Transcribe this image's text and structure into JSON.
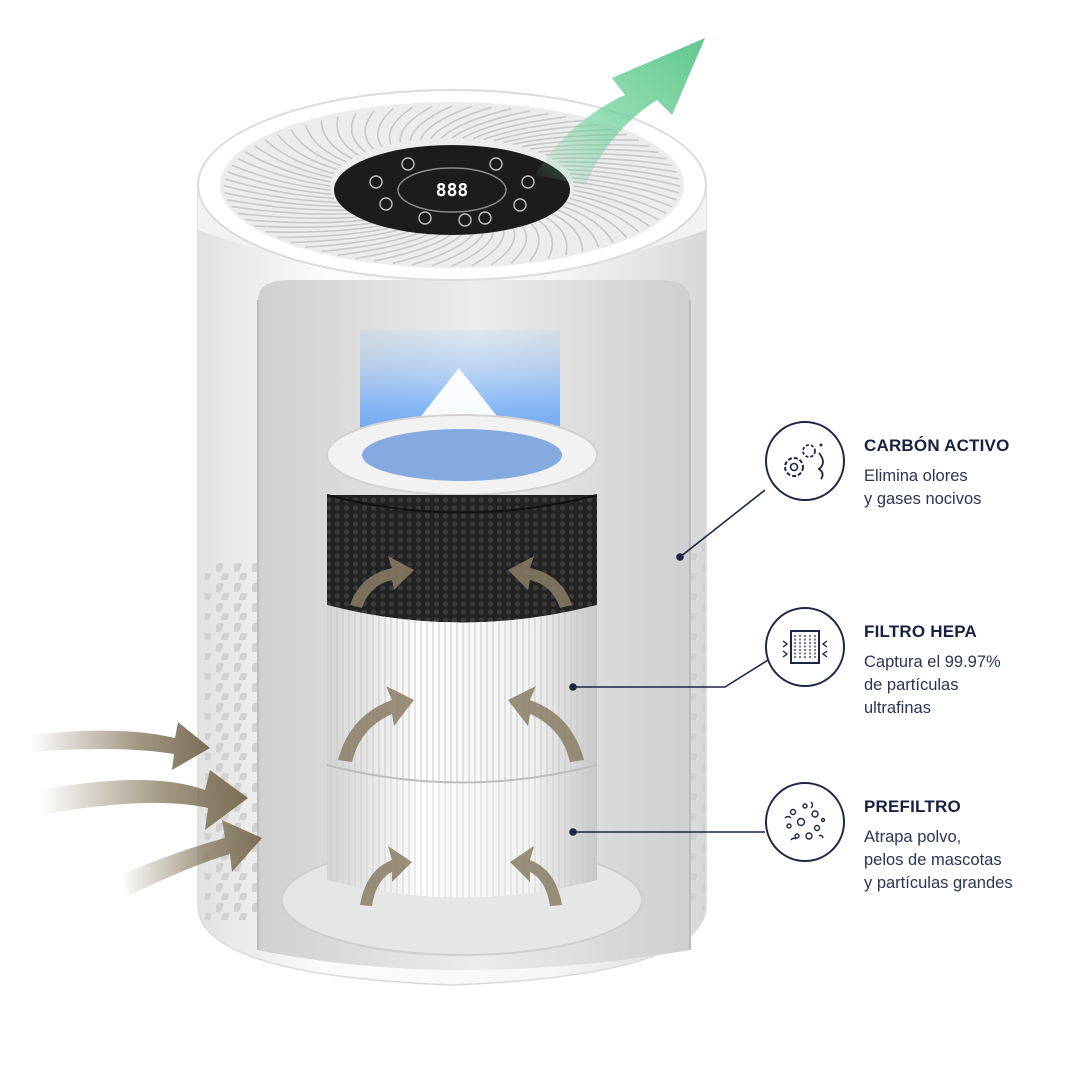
{
  "device": {
    "display": "888"
  },
  "callouts": [
    {
      "id": "carbon",
      "title": "CARBÓN ACTIVO",
      "desc_lines": [
        "Elimina olores",
        "y gases nocivos"
      ],
      "icon": "gears-nose-icon"
    },
    {
      "id": "hepa",
      "title": "FILTRO HEPA",
      "desc_lines": [
        "Captura el 99.97%",
        "de partículas",
        "ultrafinas"
      ],
      "icon": "pleated-filter-icon"
    },
    {
      "id": "prefilter",
      "title": "PREFILTRO",
      "desc_lines": [
        "Atrapa polvo,",
        "pelos de mascotas",
        "y partículas grandes"
      ],
      "icon": "dust-particles-icon"
    }
  ],
  "colors": {
    "navy": "#1c2747",
    "clean_air_green": "#6fd09a",
    "purified_air_blue": "#3a8cf0",
    "dirty_air_brown": "#8a7d64",
    "carbon_black": "#1e1e1e",
    "body_white": "#f4f4f4"
  }
}
